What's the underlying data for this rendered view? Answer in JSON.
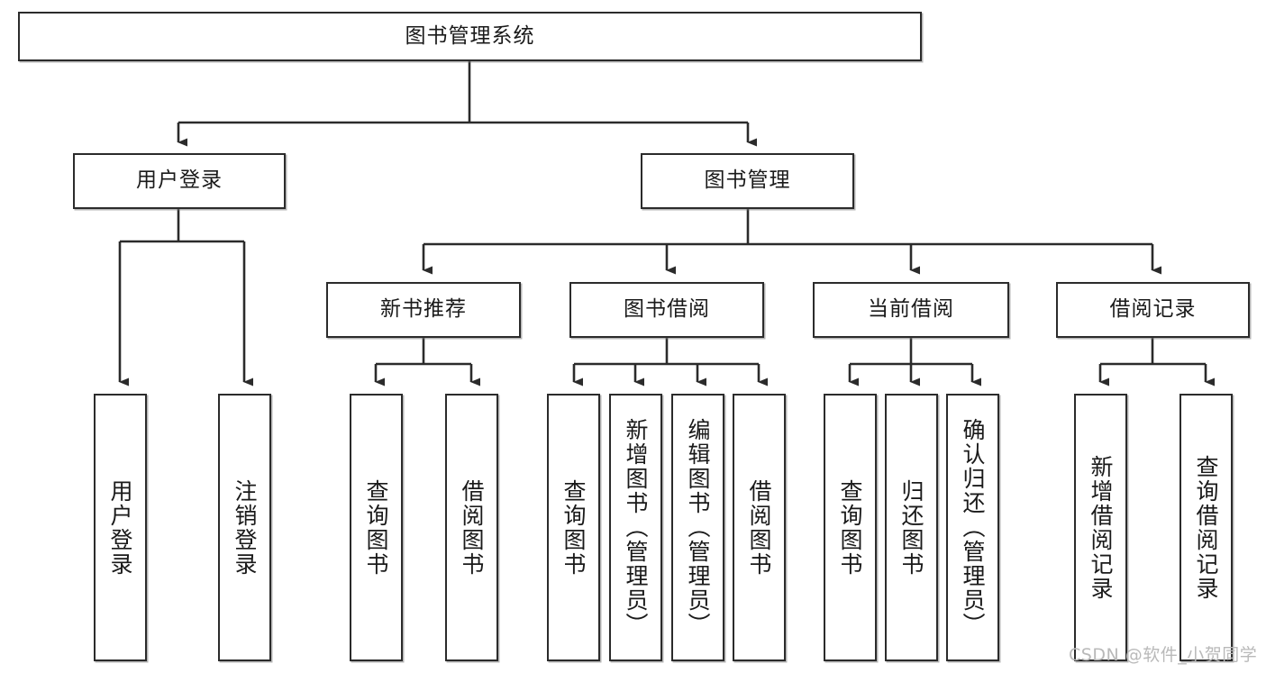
{
  "diagram": {
    "title": "图书管理系统",
    "type": "hierarchy-tree",
    "root": {
      "id": "root",
      "label": "图书管理系统"
    },
    "level2": [
      {
        "id": "user-login",
        "label": "用户登录"
      },
      {
        "id": "book-manage",
        "label": "图书管理"
      }
    ],
    "level3": [
      {
        "id": "new-book-rec",
        "label": "新书推荐",
        "parent": "book-manage"
      },
      {
        "id": "book-borrow",
        "label": "图书借阅",
        "parent": "book-manage"
      },
      {
        "id": "current-borrow",
        "label": "当前借阅",
        "parent": "book-manage"
      },
      {
        "id": "borrow-record",
        "label": "借阅记录",
        "parent": "book-manage"
      }
    ],
    "leaves": [
      {
        "id": "leaf-user-login",
        "label": "用户登录",
        "parent": "user-login"
      },
      {
        "id": "leaf-logout",
        "label": "注销登录",
        "parent": "user-login"
      },
      {
        "id": "leaf-query-book-1",
        "label": "查询图书",
        "parent": "new-book-rec"
      },
      {
        "id": "leaf-borrow-book-1",
        "label": "借阅图书",
        "parent": "new-book-rec"
      },
      {
        "id": "leaf-query-book-2",
        "label": "查询图书",
        "parent": "book-borrow"
      },
      {
        "id": "leaf-add-book",
        "label": "新增图书（管理员）",
        "parent": "book-borrow"
      },
      {
        "id": "leaf-edit-book",
        "label": "编辑图书（管理员）",
        "parent": "book-borrow"
      },
      {
        "id": "leaf-borrow-book-2",
        "label": "借阅图书",
        "parent": "book-borrow"
      },
      {
        "id": "leaf-query-book-3",
        "label": "查询图书",
        "parent": "current-borrow"
      },
      {
        "id": "leaf-return-book",
        "label": "归还图书",
        "parent": "current-borrow"
      },
      {
        "id": "leaf-confirm-return",
        "label": "确认归还（管理员）",
        "parent": "current-borrow"
      },
      {
        "id": "leaf-add-record",
        "label": "新增借阅记录",
        "parent": "borrow-record"
      },
      {
        "id": "leaf-query-record",
        "label": "查询借阅记录",
        "parent": "borrow-record"
      }
    ],
    "watermark": "CSDN @软件_小贺同学",
    "colors": {
      "stroke": "#2b2b2b",
      "fill": "#ffffff",
      "text": "#1a1a1a",
      "watermark": "#b9b9b9"
    }
  }
}
